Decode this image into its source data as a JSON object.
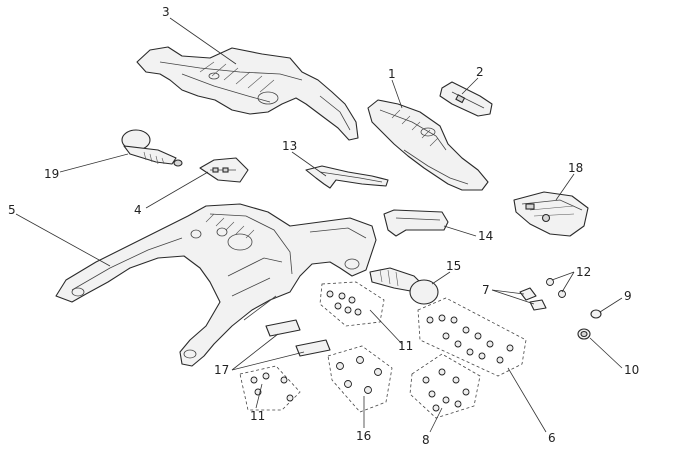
{
  "diagram": {
    "callouts": [
      {
        "id": "c1",
        "label": "1"
      },
      {
        "id": "c2",
        "label": "2"
      },
      {
        "id": "c3",
        "label": "3"
      },
      {
        "id": "c4",
        "label": "4"
      },
      {
        "id": "c5",
        "label": "5"
      },
      {
        "id": "c6",
        "label": "6"
      },
      {
        "id": "c7",
        "label": "7"
      },
      {
        "id": "c8",
        "label": "8"
      },
      {
        "id": "c9",
        "label": "9"
      },
      {
        "id": "c10",
        "label": "10"
      },
      {
        "id": "c11a",
        "label": "11"
      },
      {
        "id": "c11b",
        "label": "11"
      },
      {
        "id": "c12",
        "label": "12"
      },
      {
        "id": "c13",
        "label": "13"
      },
      {
        "id": "c14",
        "label": "14"
      },
      {
        "id": "c15",
        "label": "15"
      },
      {
        "id": "c16",
        "label": "16"
      },
      {
        "id": "c17",
        "label": "17"
      },
      {
        "id": "c18",
        "label": "18"
      },
      {
        "id": "c19",
        "label": "19"
      }
    ],
    "colors": {
      "line": "#2a2a2a",
      "fill": "#f2f2f2",
      "background": "#ffffff"
    }
  }
}
